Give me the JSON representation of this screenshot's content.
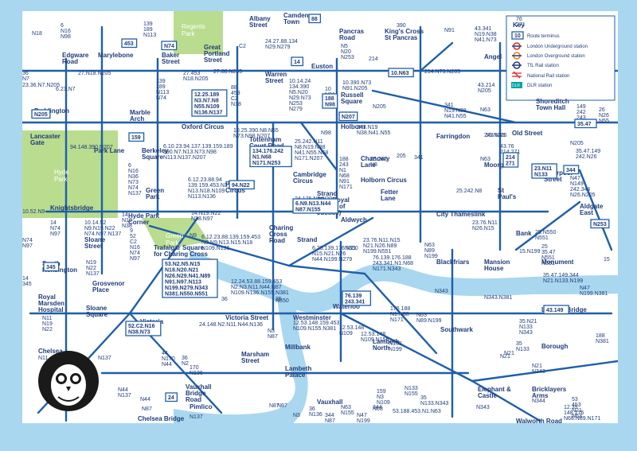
{
  "colors": {
    "route": "#1f5fa8",
    "park": "#b9dc8f",
    "river": "#a9d7ef",
    "ink": "#1f3c78",
    "underground": "#dc241f",
    "border": "#a9d7ef"
  },
  "key": {
    "title": "Key",
    "items": [
      {
        "sym": "10",
        "text": "Route terminus",
        "icon": "terminus-box"
      },
      {
        "sym": "",
        "text": "London Underground station",
        "icon": "underground-roundel"
      },
      {
        "sym": "",
        "text": "London Overground station",
        "icon": "overground-roundel"
      },
      {
        "sym": "",
        "text": "TfL Rail station",
        "icon": "tfl-rail-roundel"
      },
      {
        "sym": "",
        "text": "National Rail station",
        "icon": "national-rail-icon"
      },
      {
        "sym": "DLR",
        "text": "DLR station",
        "icon": "dlr-badge"
      }
    ]
  },
  "parks": [
    {
      "name": "Regents\nPark"
    },
    {
      "name": "Hyde\nPark"
    },
    {
      "name": "Green\nPark"
    }
  ],
  "places": [
    "Albany\nStreet",
    "Camden\nTown",
    "Pancras\nRoad",
    "King's Cross\nSt Pancras",
    "Angel",
    "Edgware\nRoad",
    "Marylebone",
    "Baker\nStreet",
    "Great\nPortland\nStreet",
    "Euston",
    "Warren\nStreet",
    "Paddington",
    "Marble\nArch",
    "Oxford Circus",
    "Russell\nSquare",
    "Holborn",
    "Shoreditch\nTown Hall",
    "Lancaster\nGate",
    "Park Lane",
    "Berkeley\nSquare",
    "Tottenham\nCourt Road",
    "Farringdon",
    "Old Street",
    "Chancery\nLane",
    "Moorgate",
    "Knightsbridge",
    "Green\nPark",
    "Piccadilly\nCircus",
    "Cambridge\nCircus",
    "Holborn Circus",
    "St\nPaul's",
    "Liverpool\nStreet",
    "Aldgate\nEast",
    "Hyde Park\nCorner",
    "Charing\nCross\nRoad",
    "Strand\n(The Royal\nCourts of\nJustice)",
    "Fetter\nLane",
    "City Thameslink",
    "Bank",
    "Sloane\nStreet",
    "Trafalgar Square\nfor Charing Cross",
    "Aldwych",
    "Strand",
    "South\nKensington",
    "Blackfriars",
    "Mansion\nHouse",
    "Monument",
    "Royal\nMarsden\nHospital",
    "Grosvenor\nPlace",
    "Sloane\nSquare",
    "Victoria",
    "Victoria Street",
    "Westminster",
    "Waterloo",
    "London Bridge",
    "Southwark",
    "Lambeth\nNorth",
    "Millbank",
    "Borough",
    "Chelsea",
    "Marsham\nStreet",
    "Lambeth\nPalace",
    "Vauxhall\nBridge\nRoad",
    "Pimlico",
    "Vauxhall",
    "Elephant &\nCastle",
    "Bricklayers\nArms",
    "Walworth Road",
    "Chelsea Bridge"
  ],
  "route_labels": [
    "N18",
    "6\nN16\nN98",
    "139\n189\nN113",
    "C2",
    "24.27.88.134\nN29.N279",
    "N5\nN20\nN253",
    "390",
    "N91",
    "43.341\nN19.N38\nN41.N73",
    "76\n271",
    "27.88.N205",
    "214",
    "214.N73.N205",
    "36\nN7",
    "23.36.N7.N205",
    "27.N18.N205",
    "139\n189\nN113\nN74",
    "27.453\nN18.N205",
    "88\n453\nC2\nN18",
    "10.14.24\n134.390\nN5.N20\nN29.N73\nN253\nN279",
    "10\nN91",
    "10.390.N73\nN91.N205",
    "341\nN19.N38\nN41.N55",
    "43.214\nN205",
    "6.23.N7",
    "N205",
    "N63",
    "243.N19\nN38.N41.N55",
    "N98",
    "10.25.390.N8.N55\nN73.N98.N207",
    "149\n242\n243",
    "26\nN26\nN55",
    "243.N55",
    "94.148.390.N207",
    "6.10.23.94.137.139.159.189\n390.N7.N13.N73.N98\nN113.N137.N207",
    "25.242.N11\nN8.N19.N38\nN41.N55.N68\nN171.N207",
    "N63",
    "205",
    "55.N205",
    "43.76\n214.271",
    "N205",
    "35.47.149\n242.N26",
    "6\nN16\nN36\nN73\nN74\nN137",
    "6.12.23.88.94\n139.159.453.N3\nN13.N18.N109\nN113.N136",
    "24.176.N5.N20\nN29.N41.N279",
    "188\n243\nN1\nN68\nN91\nN171",
    "25.242\nN8",
    "341",
    "N47\nN149\n242.344\nN26.N205",
    "10.52.N9",
    "14\nN74\nN97",
    "14\nN19\nN38",
    "9\n52\nC2\nN16\nN74\nN97",
    "14.N19.N22\nN38.N97",
    "6.12.23.88.139.159.453\nN3.N9.N13.N15.N18\nN109.N136",
    "N9",
    "25.242.N8",
    "23.76.N11\nN26.N15",
    "25.N550\nN551",
    "10.14.52\nN9.N19.N22\nN74.N97.N137",
    "N74\nN97",
    "6.23.139.176.N11\nN15.N21.N26\nN44.N199.N279",
    "23.76.N11.N15\nN21.N26.N89\nN199.N551",
    "N550",
    "15.N199",
    "25\n35.47\nN551\nN551",
    "36",
    "35",
    "N19\nN22\nN137",
    "N63\nN89\nN199",
    "15",
    "N11\nN19\nN22",
    "14\n345",
    "76.139.176.188\n243.341.N1.N68\nN171.N343",
    "12.24.53.88.159.453\nN2.N3.N11.N44.N87\nN109.N136.N155.N381",
    "N550",
    "N343",
    "35.47.149.344\nN21.N133.N199",
    "N47\nN199.N381",
    "N11",
    "N137",
    "24.148.N2.N11.N44.N136",
    "12.53.148.159.453\nN109.N155.N381",
    "N3\nN87",
    "N381",
    "176.188\nN1.N68\nN171",
    "12.53.148\nN109.N155",
    "N63\nN89.N199",
    "N343.N381",
    "35.N21\nN133\nN343",
    "35\nN133",
    "N21",
    "188\nN381",
    "44\nN170\nN44",
    "36\nN2",
    "170\nN136",
    "N137",
    "N44",
    "N87",
    "12.53.148\nN109",
    "N155\nN199",
    "159\nN3\nN109",
    "344",
    "N133\nN155",
    "35\nN133.N343",
    "53.188.453.N1.N63",
    "N21",
    "N21\nN343",
    "N344",
    "12.35\n148.176\nN68.N89.N171",
    "N343",
    "53\n453\nN21\nN63",
    "N44\nN137",
    "N87",
    "N87",
    "N3",
    "36\nN136",
    "344\nN87",
    "N63\nN155",
    "N47\nN199\nN381",
    "N68",
    "188",
    "N171",
    "21"
  ],
  "terminus_boxes": [
    "453",
    "N74",
    "14",
    "88",
    "10.N63",
    "N205",
    "188\nN98",
    "N207",
    "35.47",
    "12.25.189\nN3.N7.N8\nN55.N109\nN136.N137",
    "159",
    "134.176.242\nN1.N68\nN171.N253",
    "214\n271",
    "23.N11\nN133",
    "344",
    "94.N22",
    "6.N9.N13.N44\nN87.N155",
    "N253",
    "345",
    "53.N2.N5.N15\nN18.N20.N21\nN26.N29.N41.N89\nN91.N97.N113\nN199.N279.N343\nN381.N550.N551",
    "52.C2.N16\nN38.N73",
    "76.139\n243.341",
    "43.149",
    "24"
  ]
}
